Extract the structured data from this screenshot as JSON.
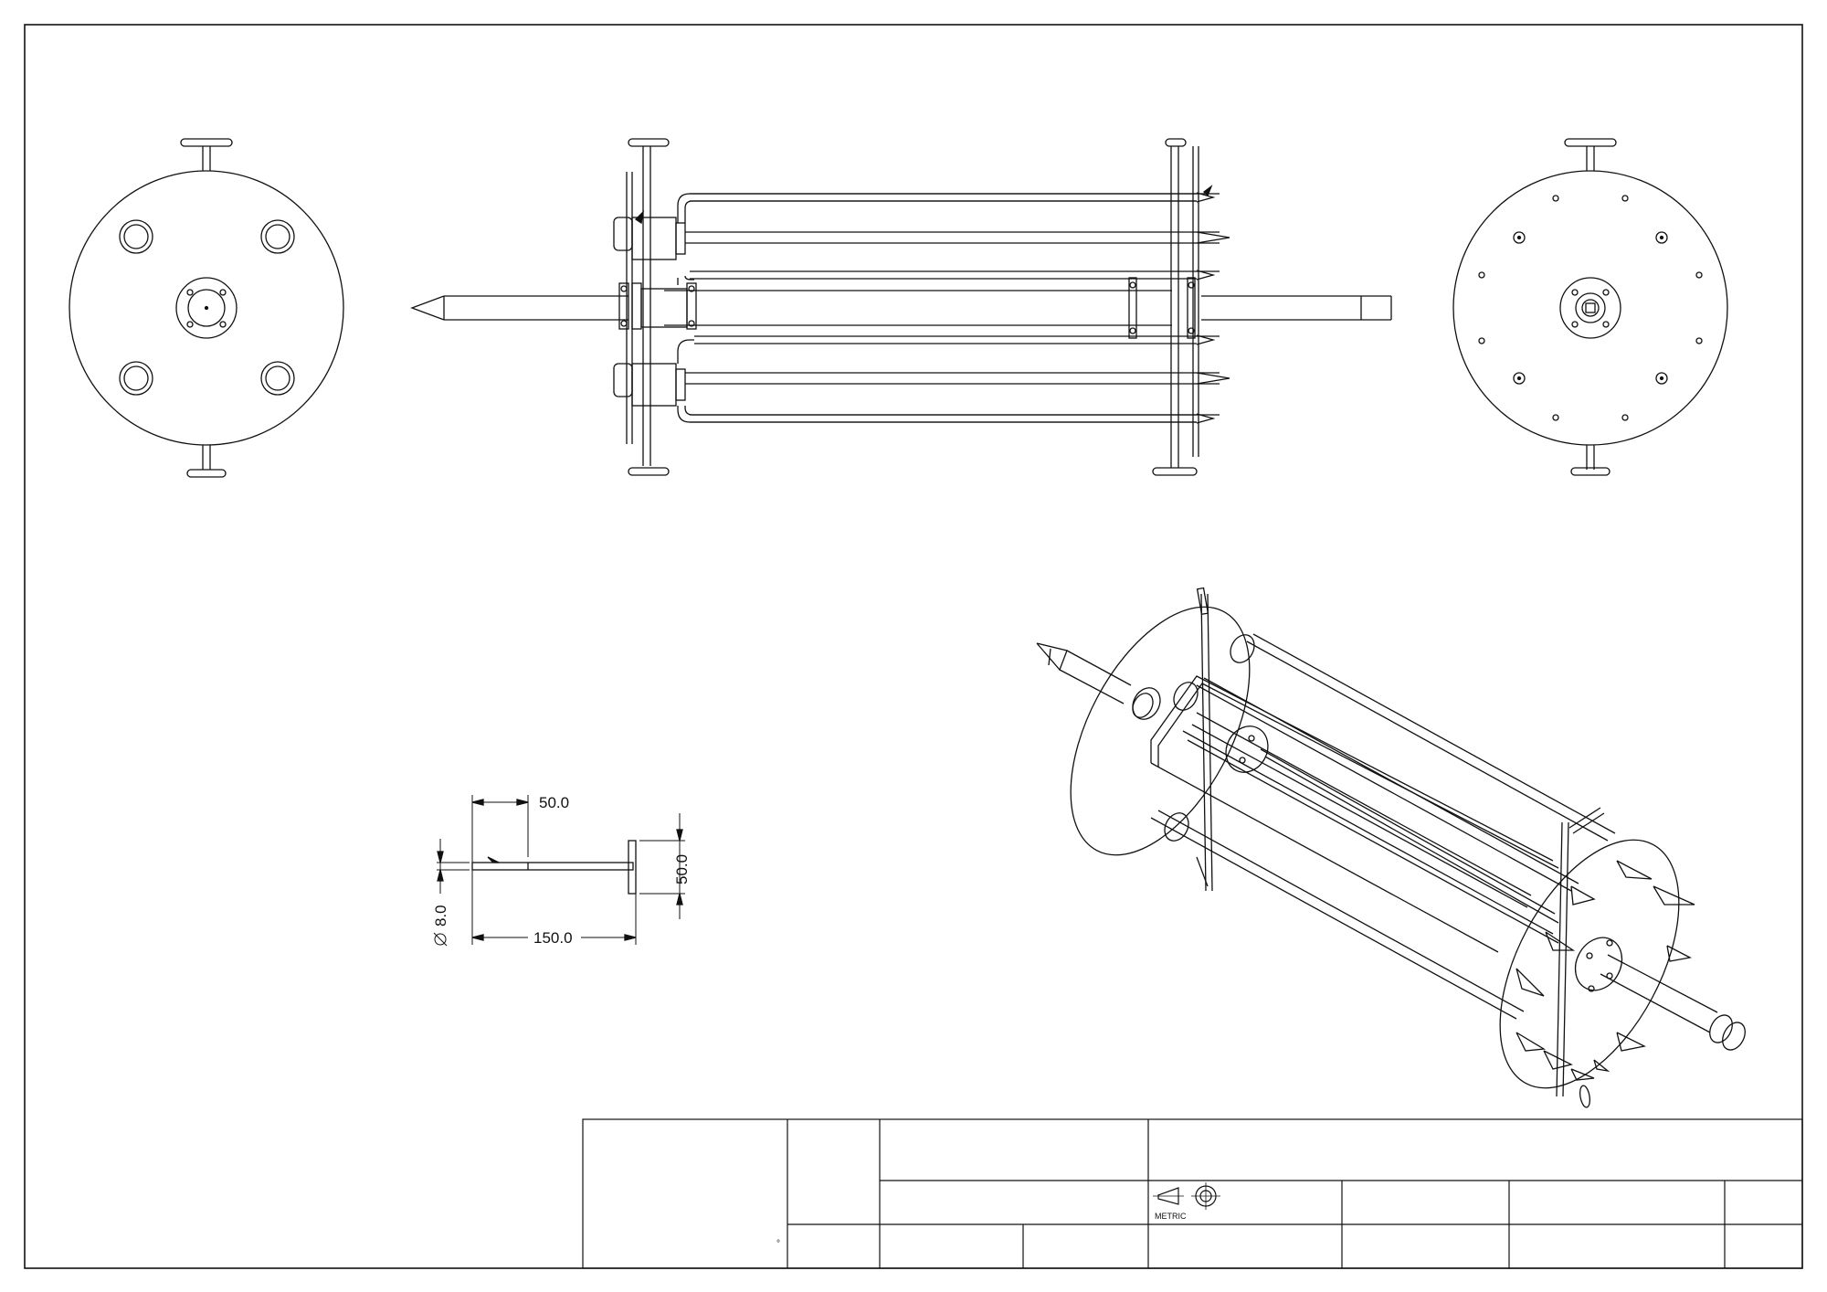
{
  "drawing": {
    "dimensions": {
      "top_length": "50.0",
      "side_height": "50.0",
      "diameter": "8.0",
      "total_length": "150.0"
    },
    "title_block": {
      "projection_label": "METRIC",
      "degree_mark": "°"
    },
    "icons": {
      "projection_symbol": "third-angle-projection-icon"
    }
  }
}
